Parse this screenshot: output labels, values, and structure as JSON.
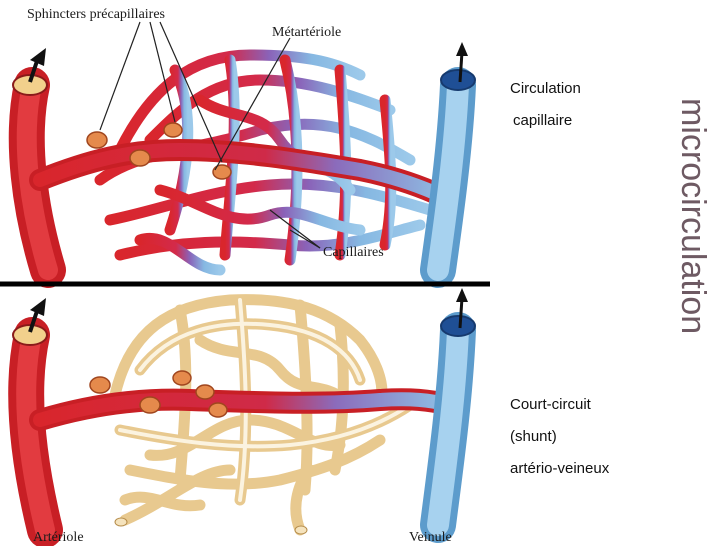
{
  "labels": {
    "sphincters": "Sphincters précapillaires",
    "metarteriole": "Métartériole",
    "capillaires": "Capillaires",
    "arteriole": "Artériole",
    "veinule": "Veinule"
  },
  "text_top": {
    "line1": "Circulation",
    "line2": "capillaire"
  },
  "text_bottom": {
    "line1": "Court-circuit",
    "line2": "(shunt)",
    "line3": "artério-veineux"
  },
  "vertical_title": "microcirculation",
  "colors": {
    "artery": "#d9262c",
    "vein": "#8ec3e6",
    "closed_capillary": "#f0d4a0",
    "separator": "#000000",
    "title": "#6e5a63"
  }
}
